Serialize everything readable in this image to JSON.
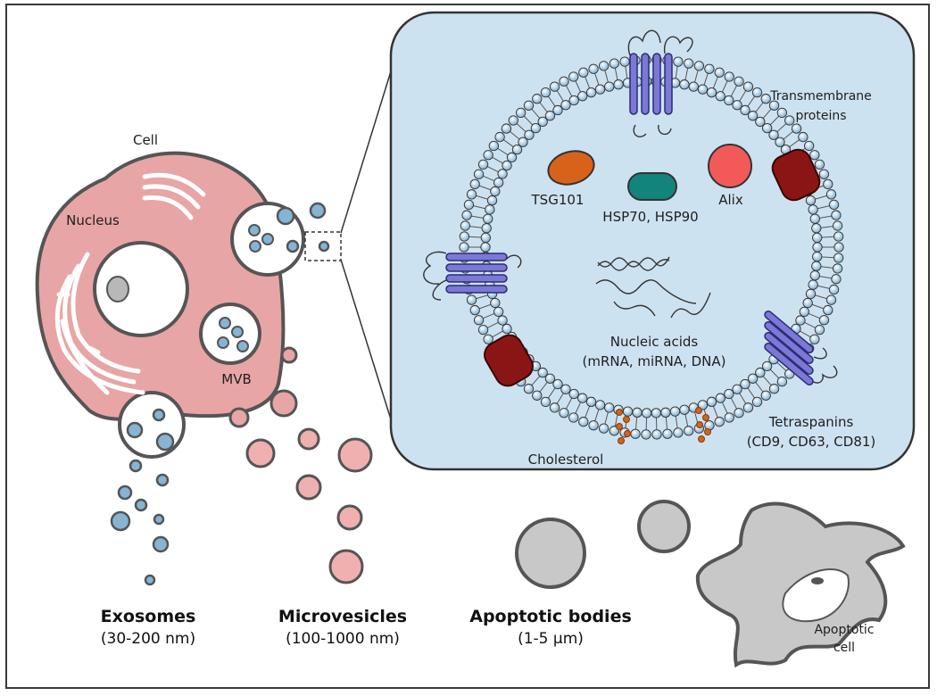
{
  "labels": {
    "cell": "Cell",
    "nucleus": "Nucleus",
    "mvb": "MVB",
    "transmembrane_line1": "Transmembrane",
    "transmembrane_line2": "proteins",
    "tsg101": "TSG101",
    "hsp": "HSP70, HSP90",
    "alix": "Alix",
    "nucleic_line1": "Nucleic acids",
    "nucleic_line2": "(mRNA, miRNA, DNA)",
    "tetraspanins_line1": "Tetraspanins",
    "tetraspanins_line2": "(CD9, CD63, CD81)",
    "cholesterol": "Cholesterol",
    "apoptotic_cell_line1": "Apoptotic",
    "apoptotic_cell_line2": "cell"
  },
  "categories": [
    {
      "name": "Exosomes",
      "size": "(30-200 nm)"
    },
    {
      "name": "Microvesicles",
      "size": "(100-1000 nm)"
    },
    {
      "name": "Apoptotic bodies",
      "size": "(1-5 μm)"
    }
  ],
  "colors": {
    "cell": "#e8a5a5",
    "outline": "#555555",
    "exosome": "#86b4d4",
    "microvesicle": "#f0b0b0",
    "apoptotic": "#c8c8c8",
    "panel": "#cde2f0",
    "tsg101": "#d9621a",
    "hsp": "#13847c",
    "alix": "#f25a5a",
    "transmembrane": "#8a1515",
    "tetraspanin": "#7b78d8",
    "cholesterol": "#d1651a"
  }
}
